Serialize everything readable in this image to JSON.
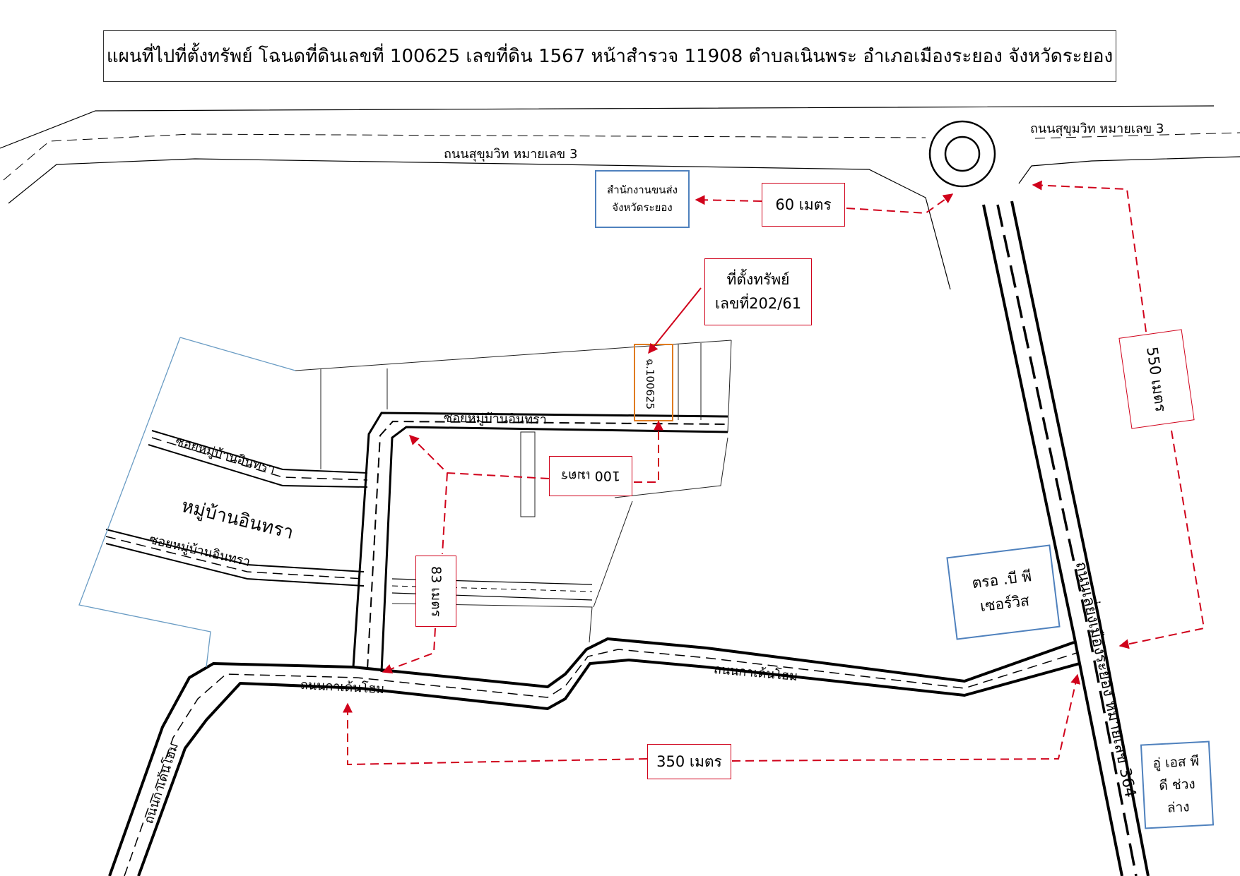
{
  "title": "แผนที่ไปที่ตั้งทรัพย์ โฉนดที่ดินเลขที่ 100625 เลขที่ดิน 1567 หน้าสำรวจ 11908 ตำบลเนินพระ อำเภอเมืองระยอง จังหวัดระยอง",
  "roads": {
    "sukhumvit_main": "ถนนสุขุมวิท หมายเลข 3",
    "sukhumvit_right": "ถนนสุขุมวิท หมายเลข 3",
    "bypass": "ถนนเลี่ยงเมืองระยอง หมายเลข 364",
    "kaden_om_1": "ถนนกาเด้นโฮม",
    "kaden_om_2": "ถนนกาเด้นโฮม",
    "kaden_om_3": "ถนนกาเด้นโฮม",
    "soi_top": "ซอยหมู่บ้านอินทรา",
    "soi_left_1": "ซอยหมู่บ้านอินทรา",
    "soi_left_2": "ซอยหมู่บ้านอินทรา"
  },
  "village_name": "หมู่บ้านอินทรา",
  "plot_label": "ฉ.100625",
  "property_box": {
    "line1": "ที่ตั้งทรัพย์",
    "line2": "เลขที่202/61"
  },
  "landmarks": {
    "transport_office": {
      "line1": "สำนักงานขนส่ง",
      "line2": "จังหวัดระยอง"
    },
    "bp_service": {
      "line1": "ตรอ .บี พี",
      "line2": "เซอร์วิส"
    },
    "ups": {
      "line1": "อู่ เอส พี",
      "line2": "ดี ช่วง",
      "line3": "ล่าง"
    }
  },
  "distances": {
    "d60": "60 เมตร",
    "d550": "550 เมตร",
    "d100": "100 เมตร",
    "d83": "83 เมตร",
    "d350": "350 เมตร"
  },
  "colors": {
    "road": "#000000",
    "route": "#d0021b",
    "landmark_border": "#4f81bd",
    "plot_border": "#e07b20",
    "village_border": "#6a9cc4"
  }
}
